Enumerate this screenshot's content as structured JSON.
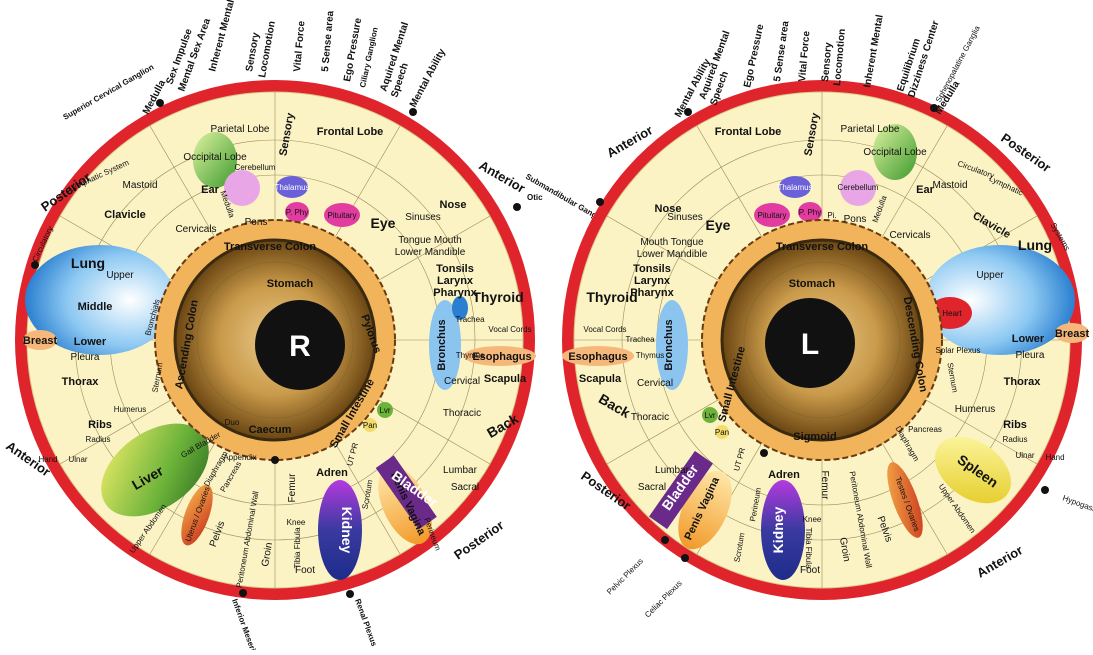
{
  "right_eye": {
    "letter": "R",
    "outer_labels": [
      "Sex Impulse",
      "Mental Sex Area",
      "Inherent Mental",
      "Sensory",
      "Locomotion",
      "Vital Force",
      "5 Sense area",
      "Ego Pressure",
      "Ciliary Ganglion",
      "Aquired Mental",
      "Speech",
      "Mental Ability",
      "Medulla",
      "Superior Cervical Ganglion",
      "Submandibular Ganglion",
      "Otic",
      "Inferior Meseric Plexus",
      "Renal Plexus"
    ],
    "directions": [
      "Posterior",
      "Anterior",
      "Anterior",
      "Posterior"
    ],
    "zones": [
      "Frontal Lobe",
      "Sensory",
      "Parietal Lobe",
      "Occipital Lobe",
      "Cerebellum",
      "Thalamus",
      "Medulla",
      "Pons",
      "P. Phy",
      "Pituitary",
      "Mastoid",
      "Ear",
      "Clavicle",
      "Cervicals",
      "Eye",
      "Sinuses",
      "Nose",
      "Tongue Mouth",
      "Lower Mandible",
      "Tonsils",
      "Larynx",
      "Pharynx",
      "Lung",
      "Upper",
      "Middle",
      "Lower",
      "Breast",
      "Bronchials",
      "Pleura",
      "Thorax",
      "Ribs",
      "Radius",
      "Ulnar",
      "Hand",
      "Humerus",
      "Sternum",
      "Thyroid",
      "Bronchus",
      "Trachea",
      "Vocal Cords",
      "Thymus",
      "Esophagus",
      "Scapula",
      "Cervical",
      "Thoracic",
      "Back",
      "Lumbar",
      "Sacral",
      "Liver",
      "Gall Bladder",
      "Diaphragm",
      "Pancreas",
      "Upper Abdomen",
      "Uterus / Ovaries",
      "Pelvis",
      "Peritoneum Abdominal Wall",
      "Groin",
      "Knee",
      "Femur",
      "Tibia Fibula",
      "Foot",
      "Adren",
      "Kidney",
      "Scrotum",
      "Penis Vagina",
      "Perineum",
      "Bladder",
      "UT PR",
      "Lymphatic System",
      "Circulatory",
      "Transverse Colon",
      "Stomach",
      "Pylorus",
      "Ascending Colon",
      "Caecum",
      "Small Intestine",
      "Appendix",
      "Lvr",
      "Pan",
      "Duo"
    ]
  },
  "left_eye": {
    "letter": "L",
    "outer_labels": [
      "Mental Ability",
      "Aquired Mental",
      "Speech",
      "Ego Pressure",
      "5 Sense area",
      "Vital Force",
      "Sensory",
      "Locomotion",
      "Inherent Mental",
      "Equilibrium",
      "Dizziness Center",
      "Sphenopalatine Ganglia",
      "Medulla",
      "Pelvic Plexus",
      "Celiac Plexus",
      "Hypogastric Plexus"
    ],
    "directions": [
      "Anterior",
      "Posterior",
      "Posterior",
      "Anterior"
    ],
    "zones": [
      "Frontal Lobe",
      "Sensory",
      "Parietal Lobe",
      "Occipital Lobe",
      "Cerebellum",
      "Thalamus",
      "Pituitary",
      "P. Phy",
      "Pi.",
      "Pons",
      "Medulla",
      "Mastoid",
      "Ear",
      "Clavicle",
      "Cervicals",
      "Eye",
      "Sinuses",
      "Nose",
      "Mouth Tongue",
      "Lower Mandible",
      "Tonsils",
      "Larynx",
      "Pharynx",
      "Lung",
      "Upper",
      "Lower",
      "Breast",
      "Heart",
      "Pleura",
      "Thorax",
      "Ribs",
      "Radius",
      "Ulnar",
      "Hand",
      "Humerus",
      "Sternum",
      "Solar Plexus",
      "Thyroid",
      "Bronchus",
      "Trachea",
      "Vocal Cords",
      "Thymus",
      "Esophagus",
      "Scapula",
      "Cervical",
      "Thoracic",
      "Back",
      "Lumbar",
      "Sacral",
      "Spleen",
      "Diaphragm",
      "Pancreas",
      "Upper Abdomen",
      "Testes / Ovaries",
      "Pelvis",
      "Peritoneum Abdominal Wall",
      "Groin",
      "Knee",
      "Femur",
      "Tibia Fibula",
      "Foot",
      "Adren",
      "Kidney",
      "Scrotum",
      "Penis Vagina",
      "Perineum",
      "Bladder",
      "UT PR",
      "Lymphatic",
      "Systems",
      "Circulatory",
      "Transverse Colon",
      "Stomach",
      "Descending Colon",
      "Sigmoid",
      "Small Intestine",
      "Lvr",
      "Pan"
    ]
  },
  "colors": {
    "ring": "#e0242c",
    "cream": "#fbf3c4",
    "iris_dark": "#6a4512",
    "iris_mid": "#c99a4a",
    "pupil": "#111111",
    "lung": "#4aa3e6",
    "liver": "#6cb33a",
    "kidney": "#3a3aa0",
    "bladder": "#6a2a8a",
    "spleen": "#f3e22a"
  }
}
